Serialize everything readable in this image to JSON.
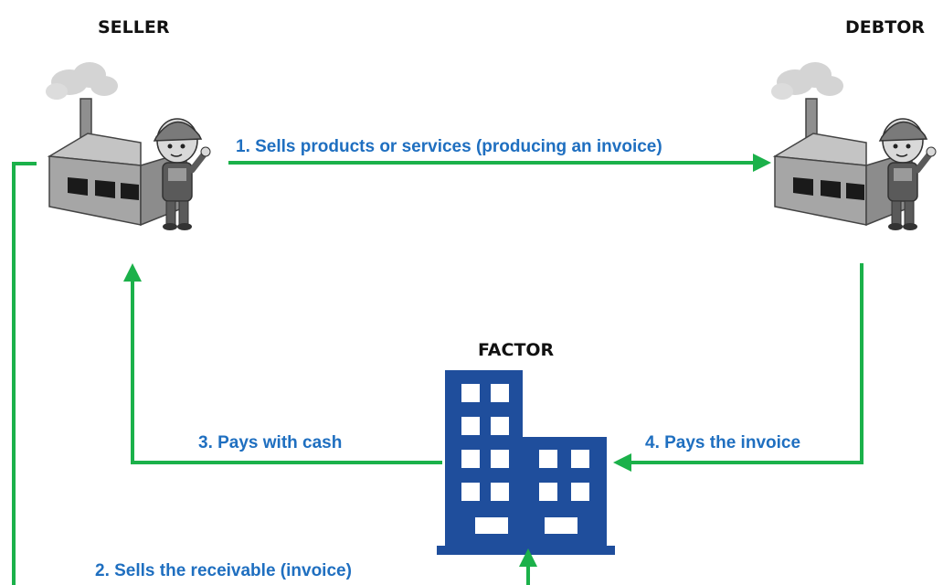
{
  "colors": {
    "arrow": "#1bb14a",
    "step_text": "#1f6fc0",
    "building": "#1f4e9c",
    "factory_body": "#a6a6a6",
    "smoke": "#d4d4d4"
  },
  "nodes": {
    "seller": {
      "label": "SELLER",
      "icon": "factory-worker-icon"
    },
    "debtor": {
      "label": "DEBTOR",
      "icon": "factory-worker-icon"
    },
    "factor": {
      "label": "FACTOR",
      "icon": "office-building-icon"
    }
  },
  "steps": {
    "step1": "1. Sells products or services (producing an invoice)",
    "step2": "2. Sells the receivable (invoice)",
    "step3": "3. Pays with cash",
    "step4": "4. Pays the invoice"
  }
}
